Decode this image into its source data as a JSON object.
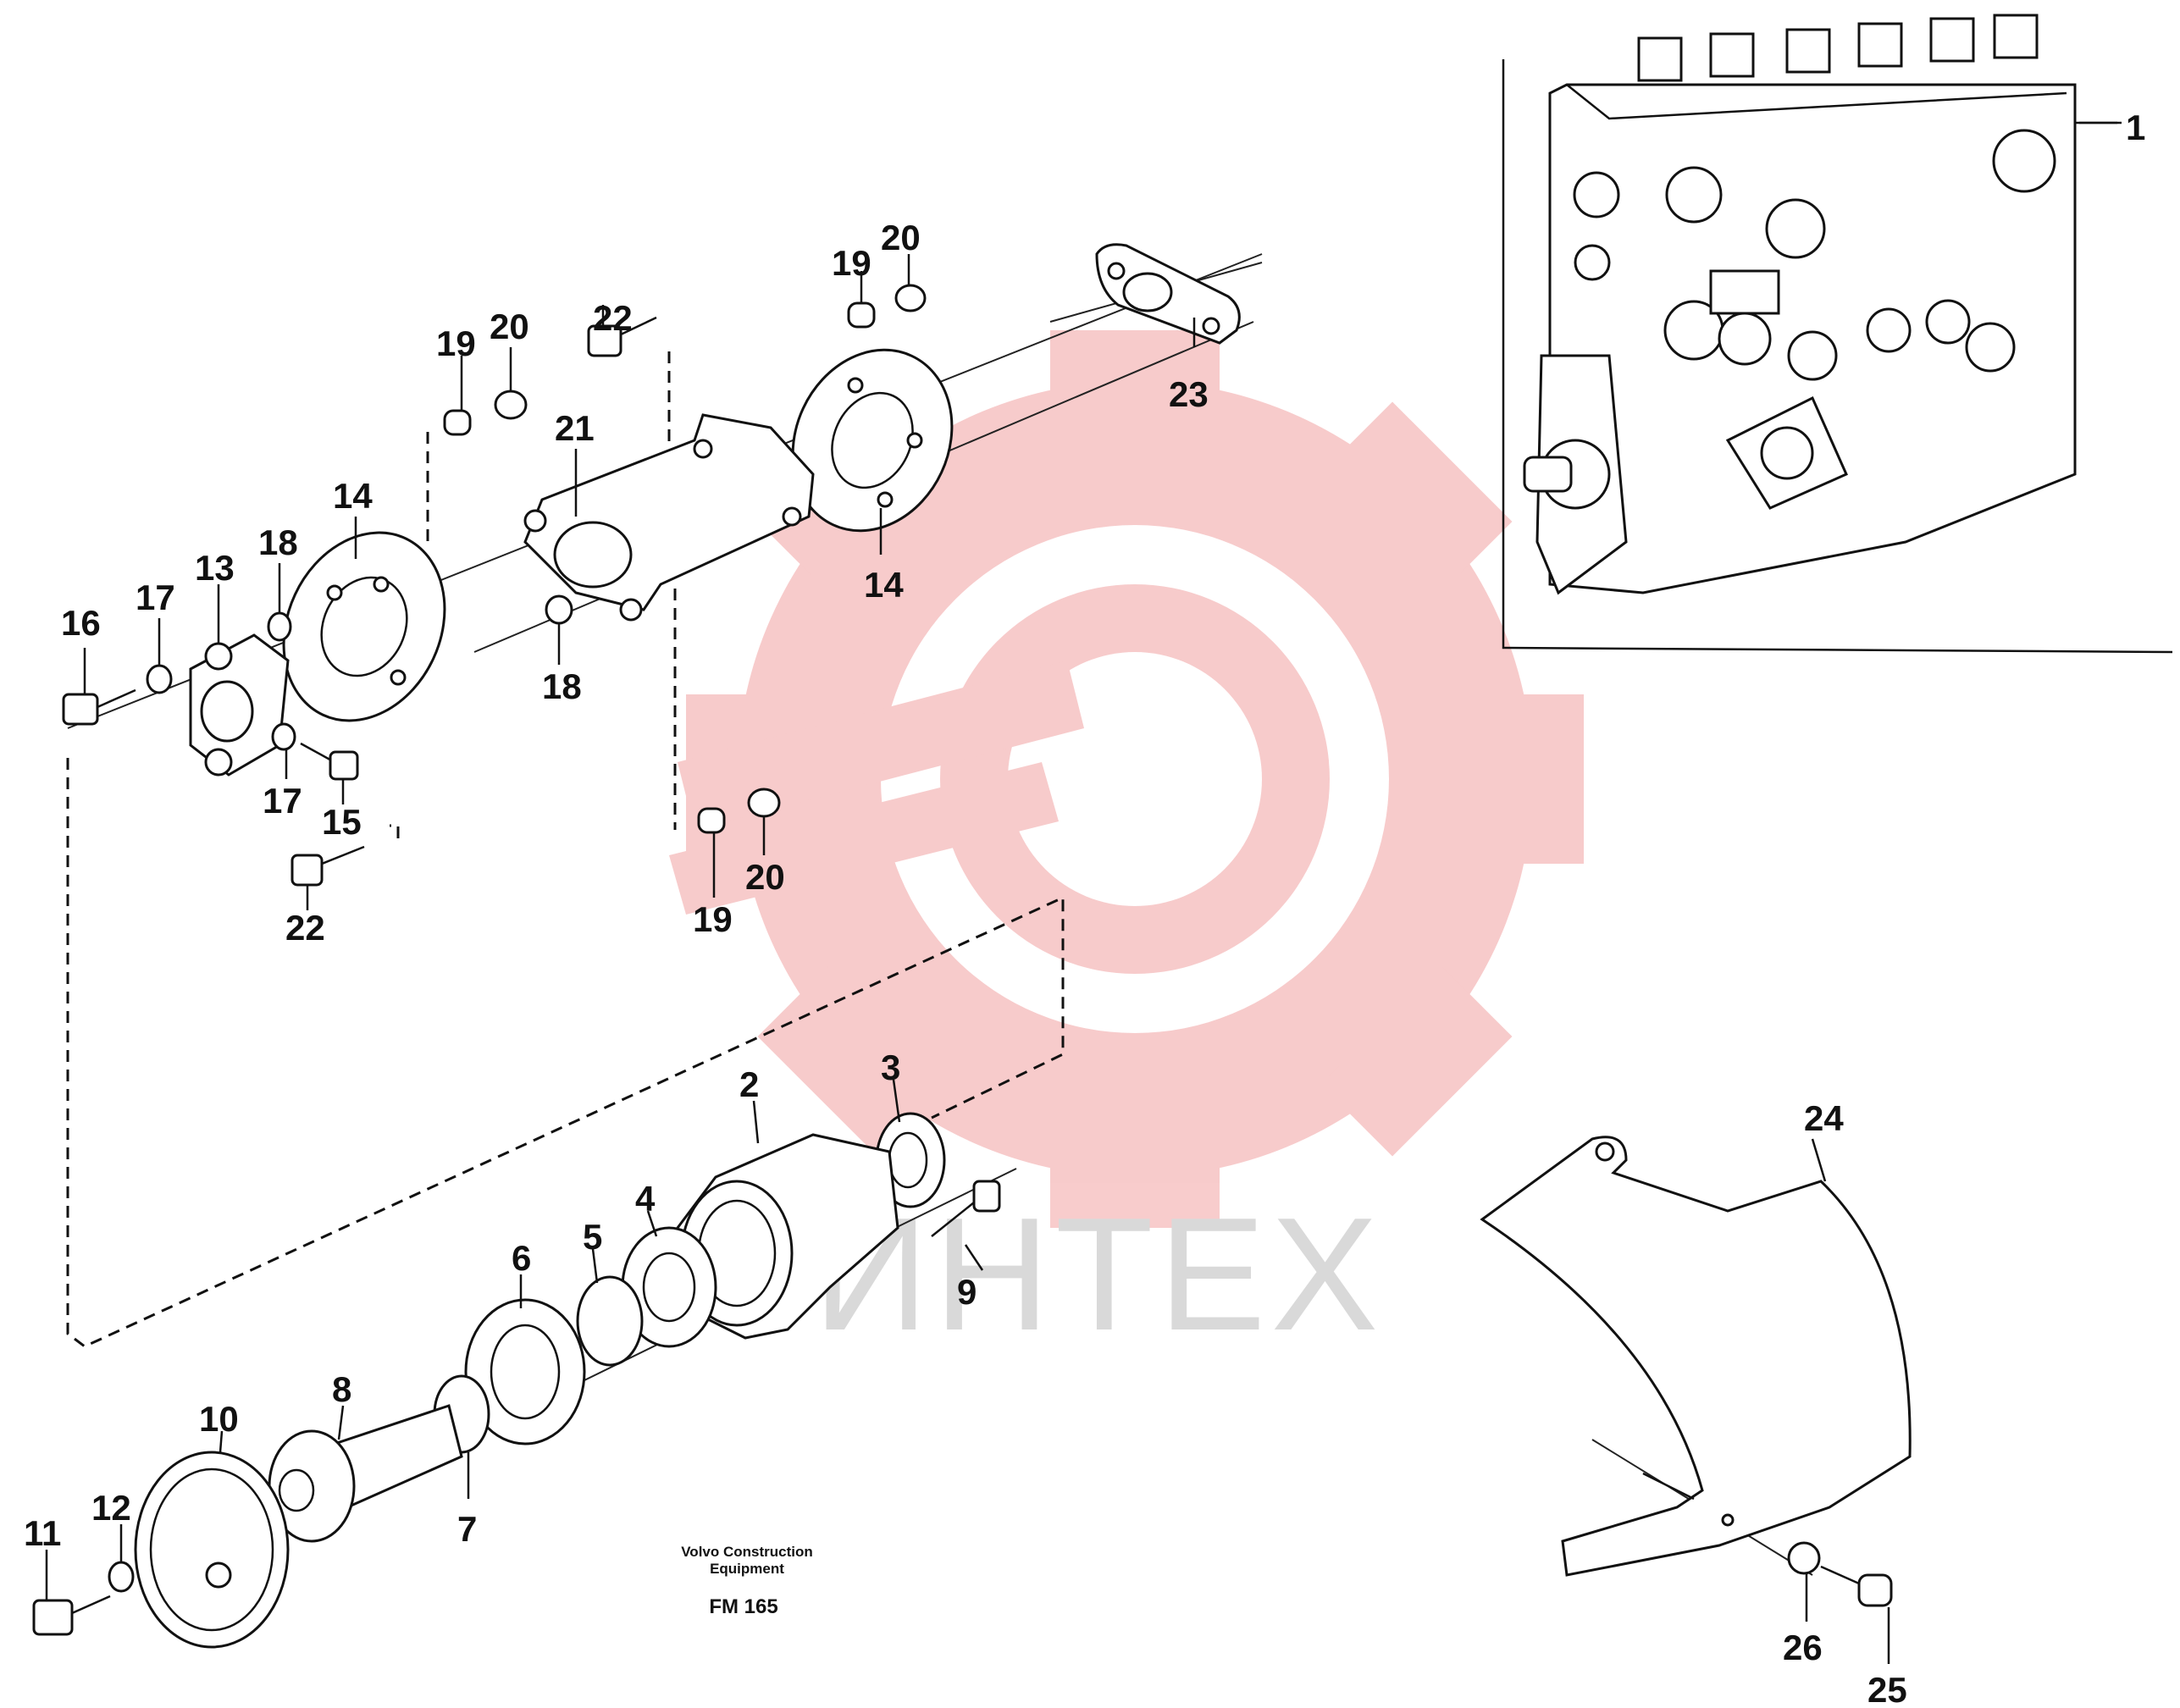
{
  "watermark": {
    "text": "ИНТЕХ",
    "gear_color": "#f7c6c6",
    "text_color": "#d9d9d9"
  },
  "caption": {
    "line1": "Volvo Construction",
    "line2": "Equipment",
    "code": "FM 165"
  },
  "callouts": {
    "c1": "1",
    "c2": "2",
    "c3": "3",
    "c4": "4",
    "c5": "5",
    "c6": "6",
    "c7": "7",
    "c8": "8",
    "c9": "9",
    "c10": "10",
    "c11": "11",
    "c12": "12",
    "c13": "13",
    "c14a": "14",
    "c14b": "14",
    "c15": "15",
    "c16": "16",
    "c17a": "17",
    "c17b": "17",
    "c18a": "18",
    "c18b": "18",
    "c19a": "19",
    "c19b": "19",
    "c19c": "19",
    "c20a": "20",
    "c20b": "20",
    "c20c": "20",
    "c21": "21",
    "c22a": "22",
    "c22b": "22",
    "c23": "23",
    "c24": "24",
    "c25": "25",
    "c26": "26"
  }
}
